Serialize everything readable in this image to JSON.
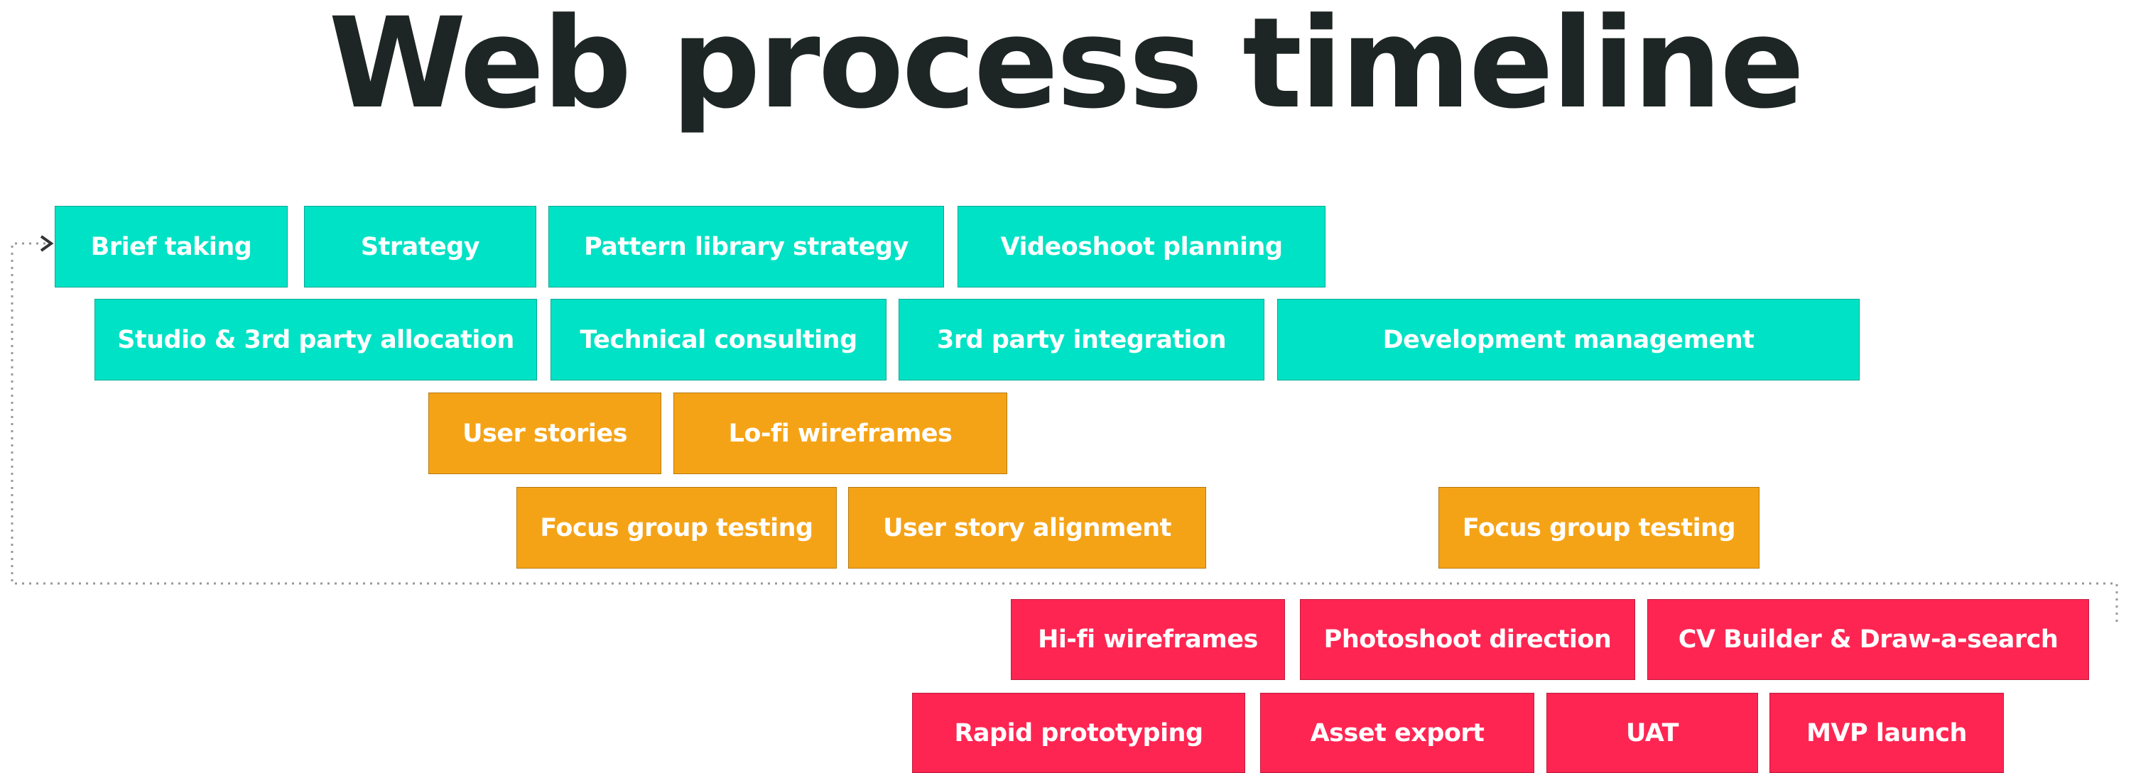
{
  "title": "Web process timeline",
  "colors": {
    "teal": "#00e2c5",
    "orange": "#f5a316",
    "red": "#ff2552",
    "title": "#1d2624",
    "connector": "#999999"
  },
  "rows": [
    {
      "color": "teal",
      "items": [
        "Brief taking",
        "Strategy",
        "Pattern library strategy",
        "Videoshoot planning"
      ]
    },
    {
      "color": "teal",
      "items": [
        "Studio & 3rd party allocation",
        "Technical consulting",
        "3rd party integration",
        "Development management"
      ]
    },
    {
      "color": "orange",
      "items": [
        "User stories",
        "Lo-fi wireframes"
      ]
    },
    {
      "color": "orange",
      "items": [
        "Focus group testing",
        "User story alignment",
        "Focus group testing"
      ]
    },
    {
      "color": "red",
      "items": [
        "Hi-fi wireframes",
        "Photoshoot direction",
        "CV Builder & Draw-a-search"
      ]
    },
    {
      "color": "red",
      "items": [
        "Rapid prototyping",
        "Asset export",
        "UAT",
        "MVP launch"
      ]
    }
  ]
}
